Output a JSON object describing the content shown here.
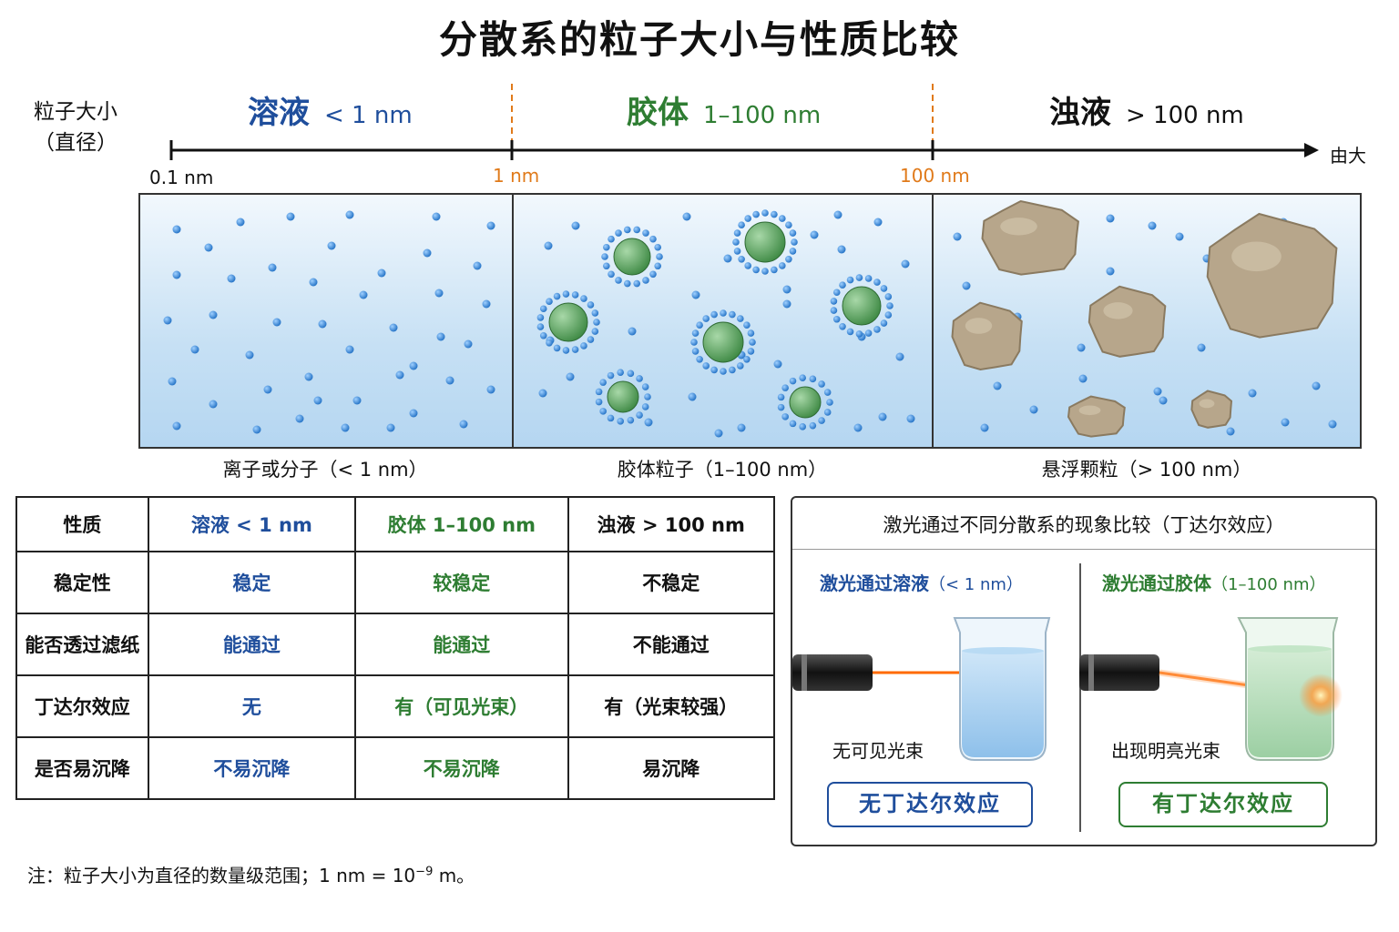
{
  "title": "分散系的粒子大小与性质比较",
  "size_label": {
    "line1": "粒子大小",
    "line2": "（直径）"
  },
  "scale": {
    "segments": [
      {
        "name": "溶液",
        "range": "< 1 nm"
      },
      {
        "name": "胶体",
        "range": "1–100 nm"
      },
      {
        "name": "浊液",
        "range": "> 100 nm"
      }
    ],
    "ticks": [
      "0.1 nm",
      "1 nm",
      "100 nm"
    ],
    "arrow_label": "由大"
  },
  "panels": {
    "captions": [
      "离子或分子（< 1 nm）",
      "胶体粒子（1–100 nm）",
      "悬浮颗粒（> 100 nm）"
    ]
  },
  "table": {
    "header": [
      "性质",
      "溶液 < 1 nm",
      "胶体 1–100 nm",
      "浊液 > 100 nm"
    ],
    "rows": [
      [
        "稳定性",
        "稳定",
        "较稳定",
        "不稳定"
      ],
      [
        "能否透过滤纸",
        "能通过",
        "能通过",
        "不能通过"
      ],
      [
        "丁达尔效应",
        "无",
        "有（可见光束）",
        "有（光束较强）"
      ],
      [
        "是否易沉降",
        "不易沉降",
        "不易沉降",
        "易沉降"
      ]
    ]
  },
  "laser": {
    "title": "激光通过不同分散系的现象比较（丁达尔效应）",
    "left": {
      "title": "激光通过溶液",
      "range": "（< 1 nm）",
      "observation": "无可见光束",
      "badge": "无丁达尔效应"
    },
    "right": {
      "title": "激光通过胶体",
      "range": "（1–100 nm）",
      "observation": "出现明亮光束",
      "badge": "有丁达尔效应"
    }
  },
  "note": {
    "text": "注：粒子大小为直径的数量级范围；1 nm = 10",
    "exp": "−9",
    "tail": " m。"
  },
  "colors": {
    "solution": "#1f4e9c",
    "colloid": "#2e7d32",
    "tick_orange": "#e07a1a",
    "ion": "#2b7fd0",
    "colloid_core": "#4f9a55",
    "rock": "#b7a68b"
  }
}
